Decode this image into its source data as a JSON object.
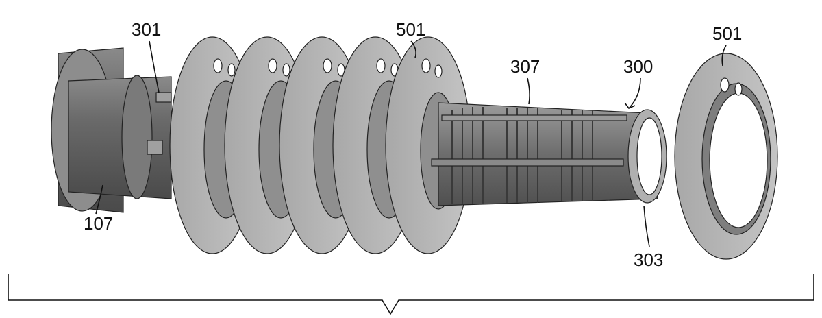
{
  "figure": {
    "labels": {
      "shaft_sleeve": "301",
      "flange_left": "501",
      "spring_element": "307",
      "assembly": "300",
      "flange_right": "501",
      "shaft": "107",
      "inner_sleeve": "303"
    },
    "colors": {
      "part_light": "#bdbdbd",
      "part_mid": "#9a9a9a",
      "part_dark": "#6e6e6e",
      "line": "#111111"
    }
  }
}
